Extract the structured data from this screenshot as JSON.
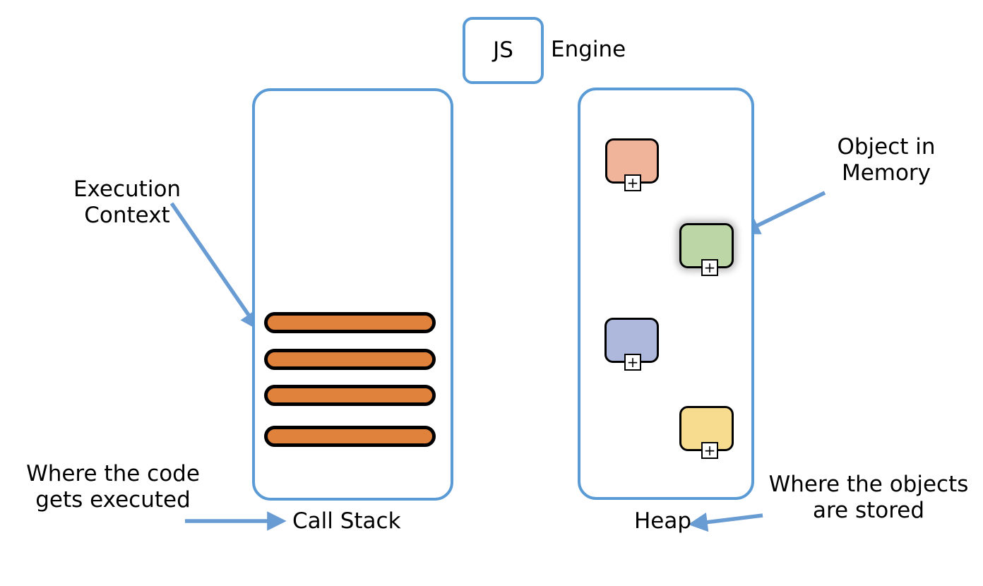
{
  "diagram": {
    "title": "JS Engine",
    "engine": {
      "badge_label": "JS",
      "word_label": "Engine"
    },
    "call_stack": {
      "name": "Call Stack",
      "caption": "Where the code\ngets executed",
      "annotation": "Execution\nContext",
      "frame_color": "#E0823C",
      "frame_border_color": "#000000",
      "frames": [
        {
          "index": 1
        },
        {
          "index": 2
        },
        {
          "index": 3
        },
        {
          "index": 4
        }
      ]
    },
    "heap": {
      "name": "Heap",
      "caption": "Where the objects\nare stored",
      "annotation": "Object in\nMemory",
      "objects": [
        {
          "id": "obj-1",
          "color": "#F0B49A",
          "badge": "+",
          "highlighted": false
        },
        {
          "id": "obj-2",
          "color": "#BCD7A5",
          "badge": "+",
          "highlighted": true
        },
        {
          "id": "obj-3",
          "color": "#AEB8DD",
          "badge": "+",
          "highlighted": false
        },
        {
          "id": "obj-4",
          "color": "#F7DB8E",
          "badge": "+",
          "highlighted": false
        }
      ]
    },
    "colors": {
      "outline_blue": "#5B9BD5",
      "arrow_blue": "#6A9CD4",
      "stack_orange": "#E0823C",
      "object_salmon": "#F0B49A",
      "object_green": "#BCD7A5",
      "object_blue": "#AEB8DD",
      "object_yellow": "#F7DB8E"
    }
  }
}
